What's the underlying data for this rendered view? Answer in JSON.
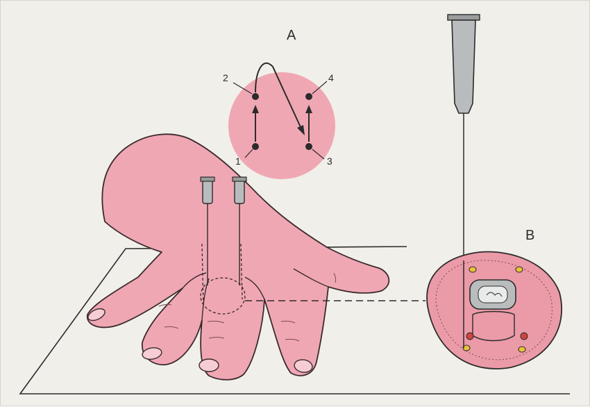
{
  "figure": {
    "panel_a_label": "A",
    "panel_b_label": "B",
    "point_labels": [
      "1",
      "2",
      "3",
      "4"
    ],
    "colors": {
      "background": "#f1efe9",
      "skin": "#f0a7b4",
      "skin_outline": "#3a2a2d",
      "cross_section": "#eb9aa8",
      "vessel_yellow": "#e8c23a",
      "vessel_red": "#d0453f",
      "needle_hub": "#b9bcbc",
      "ink": "#2b2b2b"
    }
  }
}
